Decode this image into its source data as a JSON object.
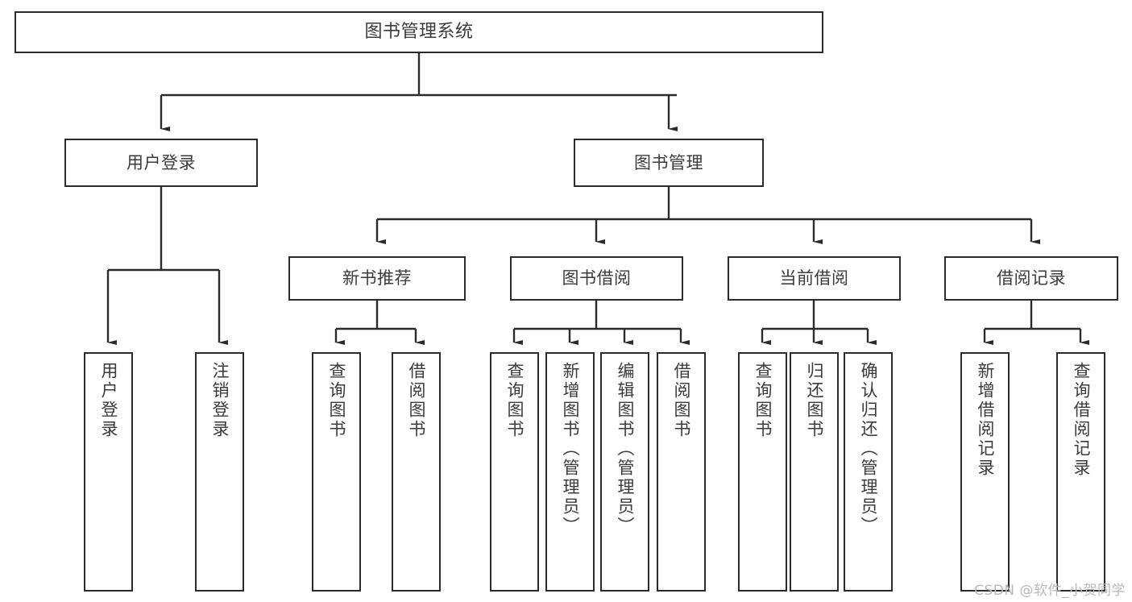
{
  "diagram": {
    "title": "图书管理系统",
    "type": "tree-hierarchy-chart",
    "watermark": "CSDN @软件_小贺同学",
    "colors": {
      "border": "#2b2b2b",
      "text": "#3b3b3b",
      "background": "#ffffff",
      "watermark": "#b9b9b9"
    },
    "root": {
      "label": "图书管理系统"
    },
    "level2": [
      {
        "label": "用户登录"
      },
      {
        "label": "图书管理"
      }
    ],
    "level3": [
      {
        "label": "新书推荐"
      },
      {
        "label": "图书借阅"
      },
      {
        "label": "当前借阅"
      },
      {
        "label": "借阅记录"
      }
    ],
    "leaves": {
      "user_login": [
        {
          "label": "用户登录"
        },
        {
          "label": "注销登录"
        }
      ],
      "new_book_recommend": [
        {
          "label": "查询图书"
        },
        {
          "label": "借阅图书"
        }
      ],
      "book_borrow": [
        {
          "label": "查询图书"
        },
        {
          "label": "新增图书（管理员）"
        },
        {
          "label": "编辑图书（管理员）"
        },
        {
          "label": "借阅图书"
        }
      ],
      "current_borrow": [
        {
          "label": "查询图书"
        },
        {
          "label": "归还图书"
        },
        {
          "label": "确认归还（管理员）"
        }
      ],
      "borrow_records": [
        {
          "label": "新增借阅记录"
        },
        {
          "label": "查询借阅记录"
        }
      ]
    }
  }
}
